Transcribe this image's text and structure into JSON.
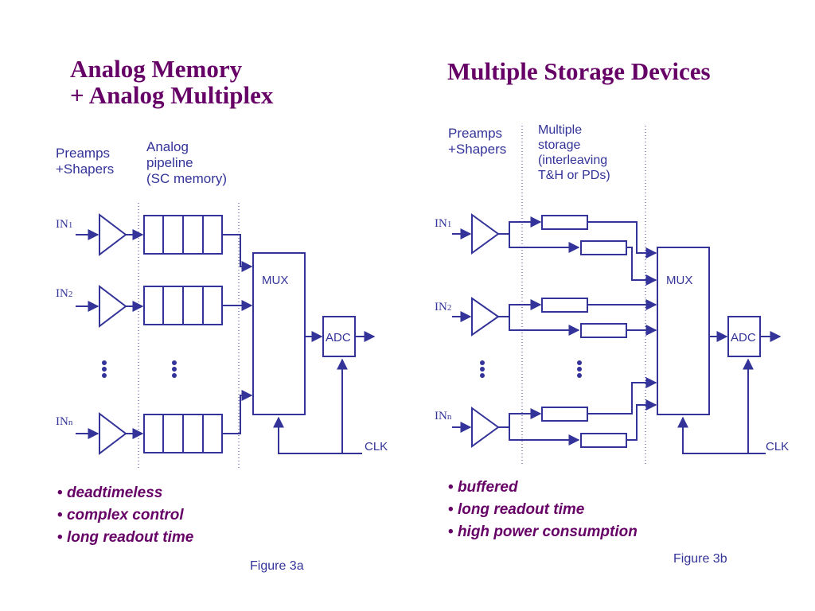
{
  "left": {
    "title_line1": "Analog Memory",
    "title_line2": "+ Analog Multiplex",
    "col1_line1": "Preamps",
    "col1_line2": "+Shapers",
    "col2_line1": "Analog",
    "col2_line2": "pipeline",
    "col2_line3": "(SC memory)",
    "inputs": [
      {
        "main": "IN",
        "sub": "1"
      },
      {
        "main": "IN",
        "sub": "2"
      },
      {
        "main": "IN",
        "sub": "n"
      }
    ],
    "mux_label": "MUX",
    "adc_label": "ADC",
    "clk_label": "CLK",
    "bullets": [
      "deadtimeless",
      "complex control",
      "long readout time"
    ],
    "caption": "Figure 3a"
  },
  "right": {
    "title": "Multiple Storage Devices",
    "col1_line1": "Preamps",
    "col1_line2": "+Shapers",
    "col2_line1": "Multiple",
    "col2_line2": "storage",
    "col2_line3": "(interleaving",
    "col2_line4": "T&H or PDs)",
    "inputs": [
      {
        "main": "IN",
        "sub": "1"
      },
      {
        "main": "IN",
        "sub": "2"
      },
      {
        "main": "IN",
        "sub": "n"
      }
    ],
    "mux_label": "MUX",
    "adc_label": "ADC",
    "clk_label": "CLK",
    "bullets": [
      "buffered",
      "long readout time",
      "high power consumption"
    ],
    "caption": "Figure 3b"
  },
  "colors": {
    "title": "#660066",
    "diagram": "#333399",
    "bullets": "#660066"
  }
}
